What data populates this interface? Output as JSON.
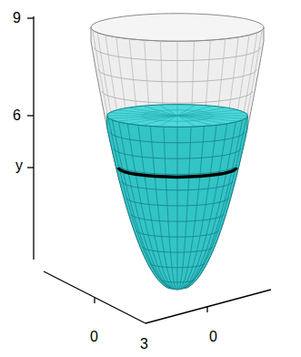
{
  "diagram": {
    "labels": [
      "9",
      "6",
      "y",
      "0",
      "3",
      "0"
    ]
  }
}
